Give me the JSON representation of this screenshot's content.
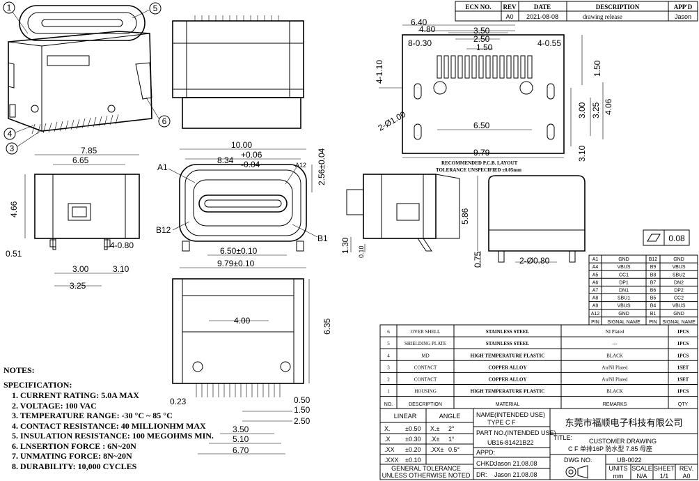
{
  "revision_block": {
    "headers": [
      "ECN NO.",
      "REV",
      "DATE",
      "DESCRIPTION",
      "APP'D"
    ],
    "row": {
      "ecn": "",
      "rev": "A0",
      "date": "2021-08-08",
      "description": "drawing release",
      "approved": "Jason"
    }
  },
  "balloons": [
    "1",
    "5",
    "4",
    "3",
    "6"
  ],
  "pcb_layout": {
    "title": "RECOMMENDED P.C.B. LAYOUT",
    "tolerance": "TOLERANCE UNSPECIFIED ±0.05mm",
    "dims": {
      "d640": "6.40",
      "d480": "4.80",
      "d350": "3.50",
      "d250": "2.50",
      "d150": "1.50",
      "d8x030": "8-0.30",
      "d4x055": "4-0.55",
      "d4x110": "4-1.10",
      "d2x100": "2-Ø1.00",
      "d650": "6.50",
      "d979": "9.79",
      "d150v": "1.50",
      "d300": "3.00",
      "d325": "3.25",
      "d406": "4.06",
      "d310": "3.10"
    }
  },
  "front_view": {
    "dims": {
      "d1000": "10.00",
      "d834": "8.34",
      "tol_plus": "+0.06",
      "tol_minus": "-0.04",
      "d256": "2.56±0.04",
      "d650": "6.50±0.10",
      "d979": "9.79±0.10"
    },
    "labels": {
      "a1": "A1",
      "a12": "A12",
      "b12": "B12",
      "b1": "B1"
    }
  },
  "left_view": {
    "dims": {
      "d785": "7.85",
      "d665": "6.65",
      "d466": "4.66",
      "d051": "0.51",
      "d4x080": "4-0.80",
      "d300": "3.00",
      "d310": "3.10",
      "d325": "3.25"
    }
  },
  "side_view": {
    "dims": {
      "d130": "1.30",
      "d010": "0.10",
      "d586": "5.86",
      "d075": "0.75",
      "d2x080": "2-Ø0.80"
    }
  },
  "bottom_view": {
    "dims": {
      "d400": "4.00",
      "d635": "6.35",
      "d023": "0.23",
      "d050": "0.50",
      "d150": "1.50",
      "d250": "2.50",
      "d350": "3.50",
      "d510": "5.10",
      "d670": "6.70"
    }
  },
  "flatness": {
    "value": "0.08"
  },
  "pin_table": {
    "headers": [
      "PIN",
      "SIGNAL NAME",
      "PIN",
      "SIGNAL NAME"
    ],
    "rows": [
      [
        "A1",
        "GND",
        "B12",
        "GND"
      ],
      [
        "A4",
        "VBUS",
        "B9",
        "VBUS"
      ],
      [
        "A5",
        "CC1",
        "B8",
        "SBU2"
      ],
      [
        "A6",
        "DP1",
        "B7",
        "DN2"
      ],
      [
        "A7",
        "DN1",
        "B6",
        "DP2"
      ],
      [
        "A8",
        "SBU1",
        "B5",
        "CC2"
      ],
      [
        "A9",
        "VBUS",
        "B4",
        "VBUS"
      ],
      [
        "A12",
        "GND",
        "B1",
        "GND"
      ]
    ]
  },
  "bom": {
    "headers": [
      "NO.",
      "DESCRIPTION",
      "MATERIAL",
      "REMARKS",
      "QTY"
    ],
    "rows": [
      [
        "6",
        "OVER SHELL",
        "STAINLESS STEEL",
        "NI Plated",
        "1PCS"
      ],
      [
        "5",
        "SHIELDING PLATE",
        "STAINLESS STEEL",
        "---",
        "1PCS"
      ],
      [
        "4",
        "MD",
        "HIGH TEMPERATURE PLASTIC",
        "BLACK",
        "1PCS"
      ],
      [
        "3",
        "CONTACT",
        "COPPER ALLOY",
        "Au/NI Plated",
        "1SET"
      ],
      [
        "2",
        "CONTACT",
        "COPPER ALLOY",
        "Au/NI Plated",
        "1SET"
      ],
      [
        "1",
        "HOUSING",
        "HIGH TEMPERATURE PLASTIC",
        "BLACK",
        "1PCS"
      ]
    ]
  },
  "title_block": {
    "linear": "LINEAR",
    "angle": "ANGLE",
    "tolerances": [
      [
        "X.",
        "±0.50",
        "X.±",
        "2°"
      ],
      [
        ".X",
        "±0.30",
        ".X±",
        "1°"
      ],
      [
        ".XX",
        "±0.20",
        ".XX±",
        "0.5°"
      ],
      [
        ".XXX",
        "±0.10",
        "",
        ""
      ]
    ],
    "general_tol_1": "GENERAL TOLERANCE",
    "general_tol_2": "UNLESS OTHERWISE NOTED",
    "name_label": "NAME(INTENDED USE)",
    "name_value": "TYPE C F",
    "part_label": "PART NO.(INTENDED USE)",
    "part_value": "UB16-81421B22",
    "appd_label": "APPD:",
    "chkd_label": "CHKD:",
    "chkd_value": "Jason  21.08.08",
    "dr_label": "DR:",
    "dr_value": "Jason  21.08.08",
    "company": "东莞市福顺电子科技有限公司",
    "title_label": "TITLE:",
    "title_value": "CUSTOMER DRAWING",
    "title_sub": "C F 单排16P 防水型 7.85 母座",
    "dwg_label": "DWG NO.",
    "dwg_value": "UB-0022",
    "units_label": "UNITS",
    "units_value": "mm",
    "scale_label": "SCALE",
    "scale_value": "N/A",
    "sheet_label": "SHEET",
    "sheet_value": "1/1",
    "rev_label": "REV.",
    "rev_value": "A0"
  },
  "notes": {
    "title": "NOTES:",
    "spec_title": "SPECIFICATION:",
    "items": [
      "1. CURRENT RATING: 5.0A MAX",
      "2. VOLTAGE: 100 VAC",
      "3. TEMPERATURE RANGE: -30 °C ~ 85 °C",
      "4. CONTACT RESISTANCE: 40 MILLIONHM MAX",
      "5. INSULATION RESISTANCE: 100 MEGOHMS MIN.",
      "6. LNSERTION FORCE : 6N~20N",
      "7. UNMATING FORCE: 8N~20N",
      "8. DURABILITY:  10,000 CYCLES"
    ]
  }
}
